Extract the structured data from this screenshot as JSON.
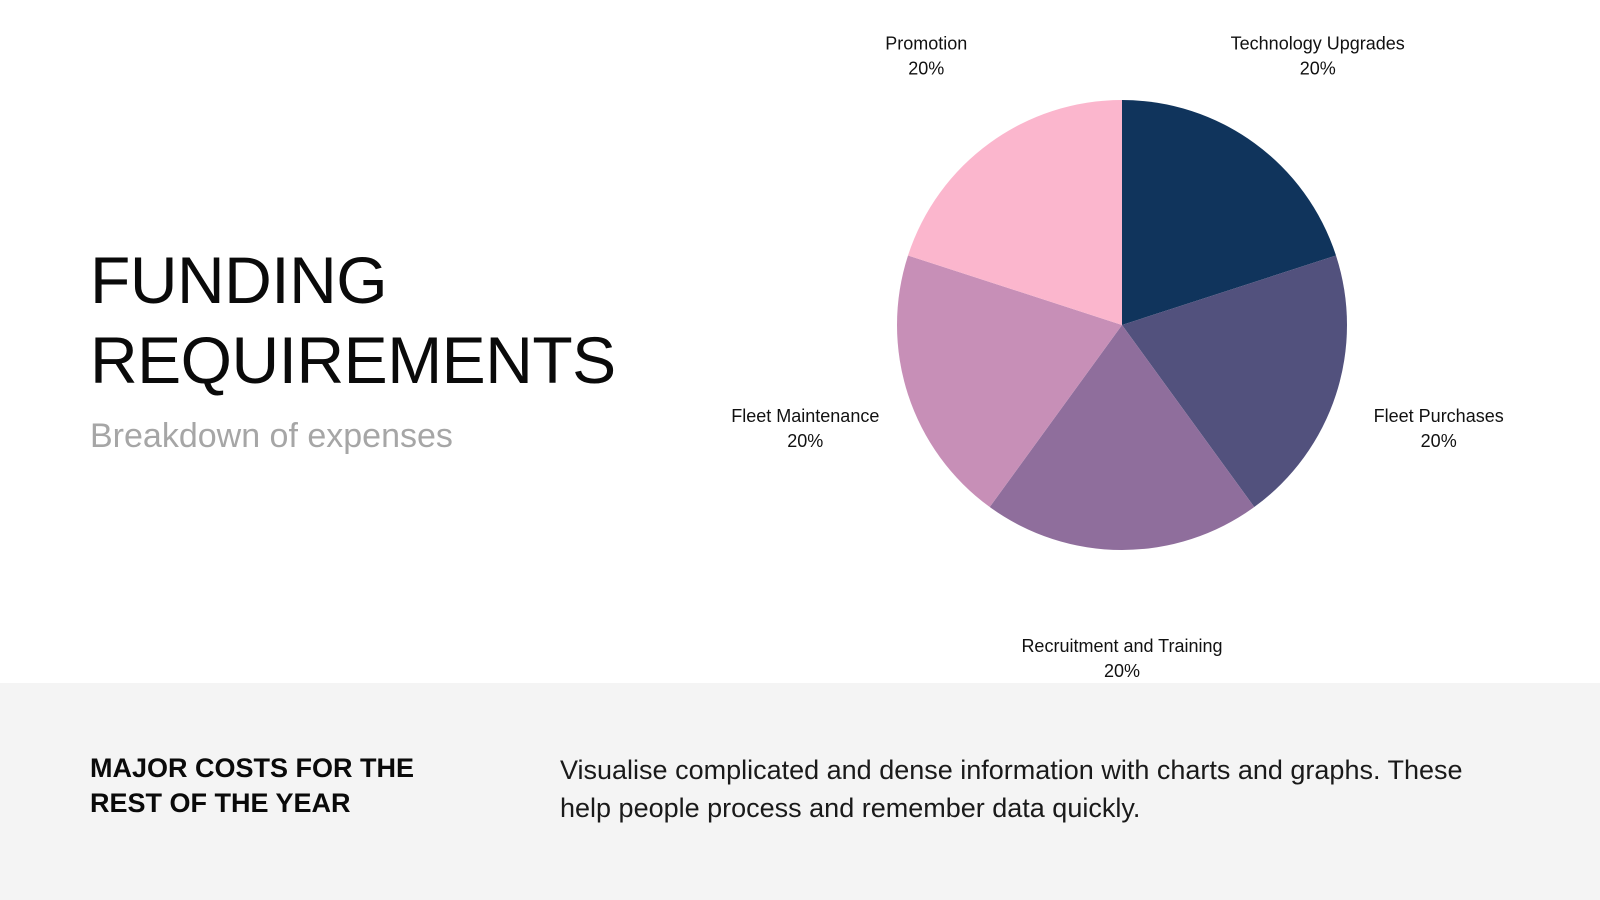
{
  "header": {
    "title_line1": "FUNDING",
    "title_line2": "REQUIREMENTS",
    "subtitle": "Breakdown of expenses"
  },
  "footer": {
    "heading": "MAJOR COSTS FOR THE REST OF THE YEAR",
    "body": "Visualise complicated and dense information with charts and graphs. These help people process and remember data quickly."
  },
  "chart_data": {
    "type": "pie",
    "start": "top",
    "direction": "clockwise",
    "slices": [
      {
        "label": "Technology Upgrades",
        "value": 20,
        "value_label": "20%",
        "color": "#10345c"
      },
      {
        "label": "Fleet Purchases",
        "value": 20,
        "value_label": "20%",
        "color": "#52517d"
      },
      {
        "label": "Recruitment and Training",
        "value": 20,
        "value_label": "20%",
        "color": "#8f6e9c"
      },
      {
        "label": "Fleet Maintenance",
        "value": 20,
        "value_label": "20%",
        "color": "#c78fb7"
      },
      {
        "label": "Promotion",
        "value": 20,
        "value_label": "20%",
        "color": "#fbb6cd"
      }
    ]
  }
}
